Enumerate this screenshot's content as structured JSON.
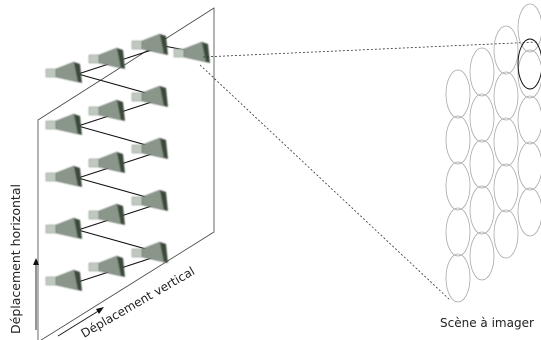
{
  "labels": {
    "vertical_axis": "Déplacement  horizontal",
    "horizontal_axis": "Déplacement  vertical",
    "scene": "Scène à imager"
  },
  "antenna_array": {
    "rows": 5,
    "columns": 3,
    "scan": "zigzag"
  },
  "scene_grid": {
    "rows": 5,
    "columns": 4,
    "first_cell_highlighted": true
  },
  "colors": {
    "line": "#111111",
    "dashed": "#333333",
    "antenna_body": "#8a968a",
    "antenna_face": "#bfc9bf",
    "antenna_mouth": "#3a4a3a",
    "ellipse": "#aaaaaa"
  }
}
